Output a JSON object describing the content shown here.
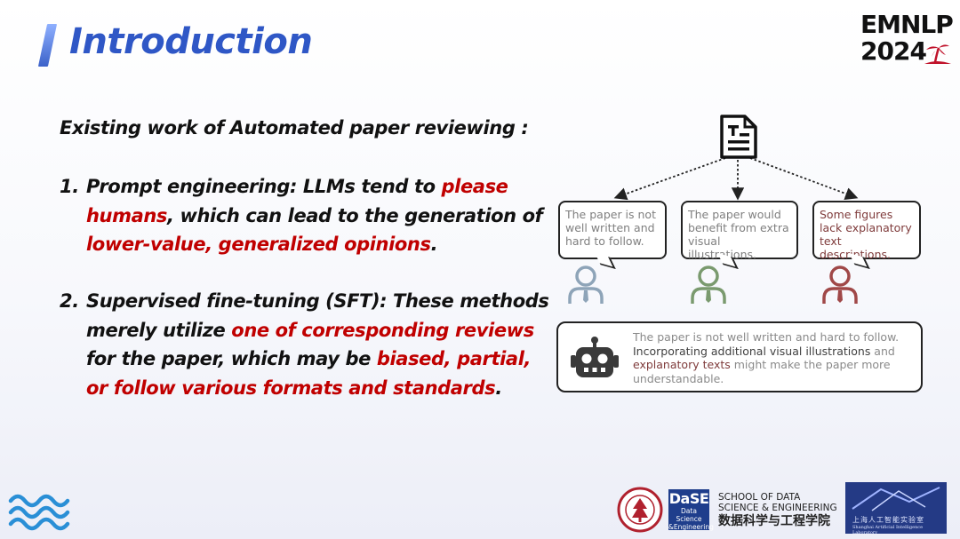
{
  "header": {
    "title": "Introduction",
    "conference_line1": "EMNLP",
    "conference_line2": "2024"
  },
  "content": {
    "lead": "Existing work of Automated paper reviewing :",
    "item1": {
      "number": "1.",
      "p1": "Prompt engineering: LLMs tend to ",
      "h1": "please humans",
      "p2": ", which can lead to the generation of ",
      "h2": "lower-value, generalized opinions",
      "p3": "."
    },
    "item2": {
      "number": "2.",
      "p1": "Supervised fine-tuning (SFT): These methods merely utilize ",
      "h1": "one of corresponding reviews",
      "p2": " for the paper, which may be ",
      "h2": "biased, partial, or follow various formats and standards",
      "p3": "."
    }
  },
  "diagram": {
    "reviews": [
      "The paper is not well written and hard to follow.",
      "The paper would benefit from extra visual illustrations.",
      "Some figures lack explanatory text descriptions."
    ],
    "summary": {
      "part1": "The paper is not well written and hard to follow. ",
      "part2": "Incorporating additional visual illustrations",
      "part3": " and ",
      "part4": "explanatory texts",
      "part5": " might make the paper more understandable."
    },
    "person_colors": [
      "#8ea4b8",
      "#7a9a6e",
      "#a04848"
    ]
  },
  "footer": {
    "dase_big": "DaSE",
    "dase_small1": "Data Science",
    "dase_small2": "&Engineering",
    "school_line1": "SCHOOL OF DATA",
    "school_line2": "SCIENCE & ENGINEERING",
    "school_cn": "数据科学与工程学院",
    "lab_cn": "上海人工智能实验室",
    "lab_en": "Shanghai Artificial Intelligence Laboratory"
  }
}
